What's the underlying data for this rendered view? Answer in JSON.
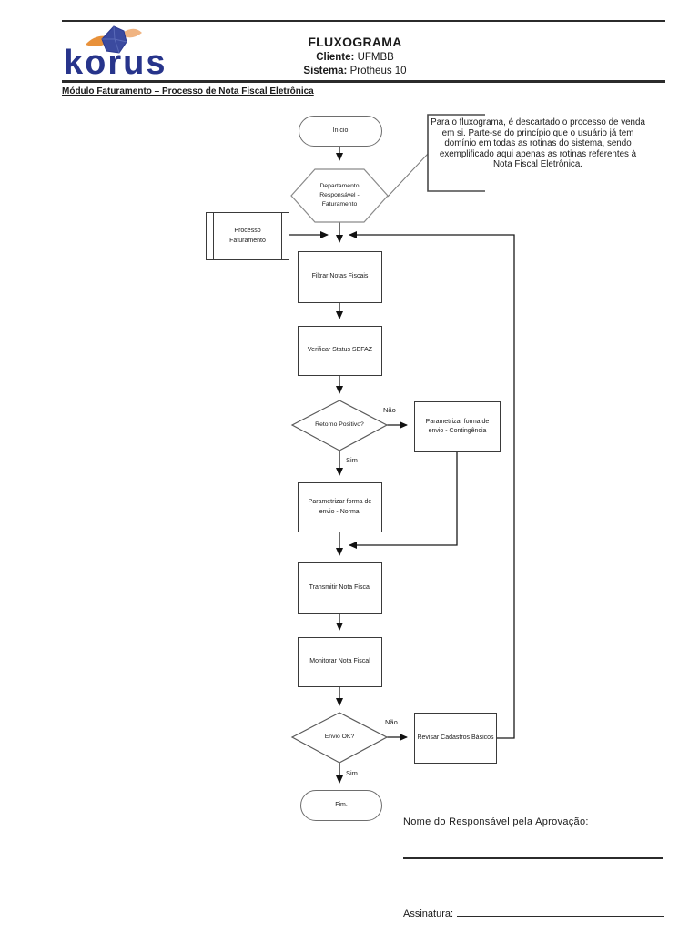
{
  "header": {
    "logo_text": "korus",
    "title": "FLUXOGRAMA",
    "client_label": "Cliente:",
    "client_value": "UFMBB",
    "system_label": "Sistema:",
    "system_value": "Protheus 10"
  },
  "subtitle": "Módulo Faturamento – Processo de Nota Fiscal Eletrônica",
  "flowchart": {
    "start": "Início",
    "department": "Departamento\nResponsável -\nFaturamento",
    "process_ref": "Processo\nFaturamento",
    "filtrar": "Filtrar Notas Fiscais",
    "verificar": "Verificar Status SEFAZ",
    "decision_retorno": "Retorno Positivo?",
    "contingencia": "Parametrizar forma de\nenvio - Contingência",
    "normal": "Parametrizar forma de\nenvio - Normal",
    "transmitir": "Transmitir Nota Fiscal",
    "monitorar": "Monitorar Nota Fiscal",
    "decision_envio": "Envio OK?",
    "revisar": "Revisar Cadastros Básicos",
    "end": "Fim.",
    "label_nao_1": "Não",
    "label_sim_1": "Sim",
    "label_nao_2": "Não",
    "label_sim_2": "Sim",
    "annotation": "Para o fluxograma, é descartado o processo de venda em si. Parte-se do princípio que o usuário já tem domínio em todas as rotinas do sistema, sendo exemplificado aqui apenas as rotinas referentes à Nota Fiscal Eletrônica."
  },
  "footer": {
    "approval_label": "Nome do Responsável pela  Aprovação:",
    "signature_label": "Assinatura:"
  },
  "colors": {
    "logo_navy": "#27348b",
    "logo_orange": "#e8913a",
    "line": "#1a1a1a",
    "shape_border": "#595959"
  }
}
